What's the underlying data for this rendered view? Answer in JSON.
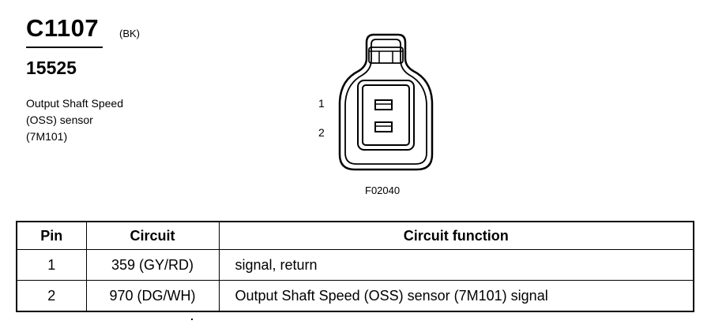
{
  "header": {
    "connector_id": "C1107",
    "color_code": "(BK)",
    "part_number": "15525",
    "description_lines": [
      "Output Shaft Speed",
      "(OSS) sensor",
      "(7M101)"
    ]
  },
  "diagram": {
    "pin_labels": [
      "1",
      "2"
    ],
    "figure_id": "F02040"
  },
  "table": {
    "headers": [
      "Pin",
      "Circuit",
      "Circuit function"
    ],
    "rows": [
      {
        "pin": "1",
        "circuit": "359 (GY/RD)",
        "function": "signal, return"
      },
      {
        "pin": "2",
        "circuit": "970 (DG/WH)",
        "function": "Output Shaft Speed (OSS) sensor (7M101) signal"
      }
    ]
  }
}
